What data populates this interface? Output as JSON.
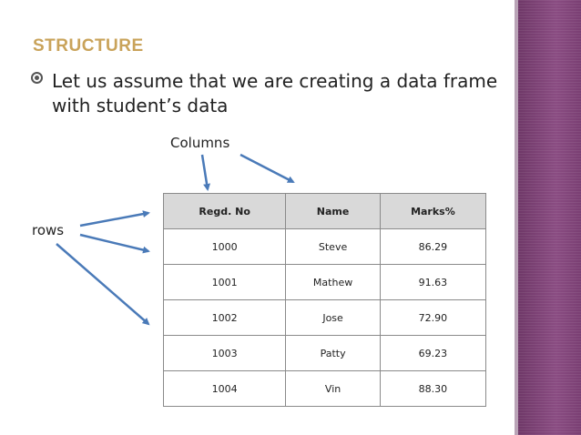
{
  "slide": {
    "title": "STRUCTURE",
    "bullet_text": "Let us assume that we are creating a data frame with student’s data",
    "columns_label": "Columns",
    "rows_label": "rows"
  },
  "colors": {
    "title": "#c9a35a",
    "sidebar": "#7a3f73",
    "arrow": "#4a7ab8",
    "header_bg": "#d9d9d9"
  },
  "table": {
    "headers": [
      "Regd. No",
      "Name",
      "Marks%"
    ],
    "rows": [
      [
        "1000",
        "Steve",
        "86.29"
      ],
      [
        "1001",
        "Mathew",
        "91.63"
      ],
      [
        "1002",
        "Jose",
        "72.90"
      ],
      [
        "1003",
        "Patty",
        "69.23"
      ],
      [
        "1004",
        "Vin",
        "88.30"
      ]
    ]
  }
}
